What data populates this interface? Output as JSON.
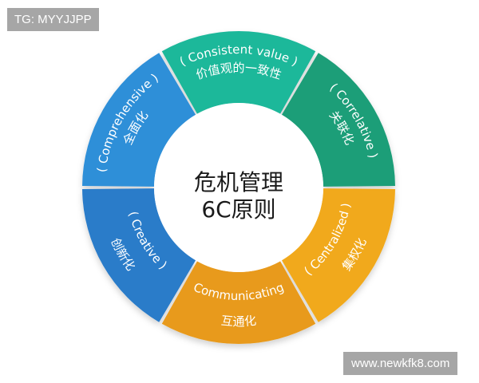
{
  "watermark_top": "TG: MYYJJPP",
  "watermark_bottom": "www.newkfk8.com",
  "center": {
    "line1": "危机管理",
    "line2": "6C原则"
  },
  "segments": [
    {
      "name": "comprehensive",
      "en": "( Comprehensive )",
      "cn": "全面化",
      "color": "#2f8fd8"
    },
    {
      "name": "consistent-value",
      "en": "( Consistent value )",
      "cn": "价值观的一致性",
      "color": "#1fb89a"
    },
    {
      "name": "correlative",
      "en": "( Correlative )",
      "cn": "关联化",
      "color": "#1f9e78"
    },
    {
      "name": "centralized",
      "en": "( Centralized )",
      "cn": "集权化",
      "color": "#f1a91a"
    },
    {
      "name": "communicating",
      "en": "( Communicating )",
      "cn": "互通化",
      "color": "#e89a1a"
    },
    {
      "name": "creative",
      "en": "( Creative )",
      "cn": "创新化",
      "color": "#2a7cc9"
    }
  ]
}
